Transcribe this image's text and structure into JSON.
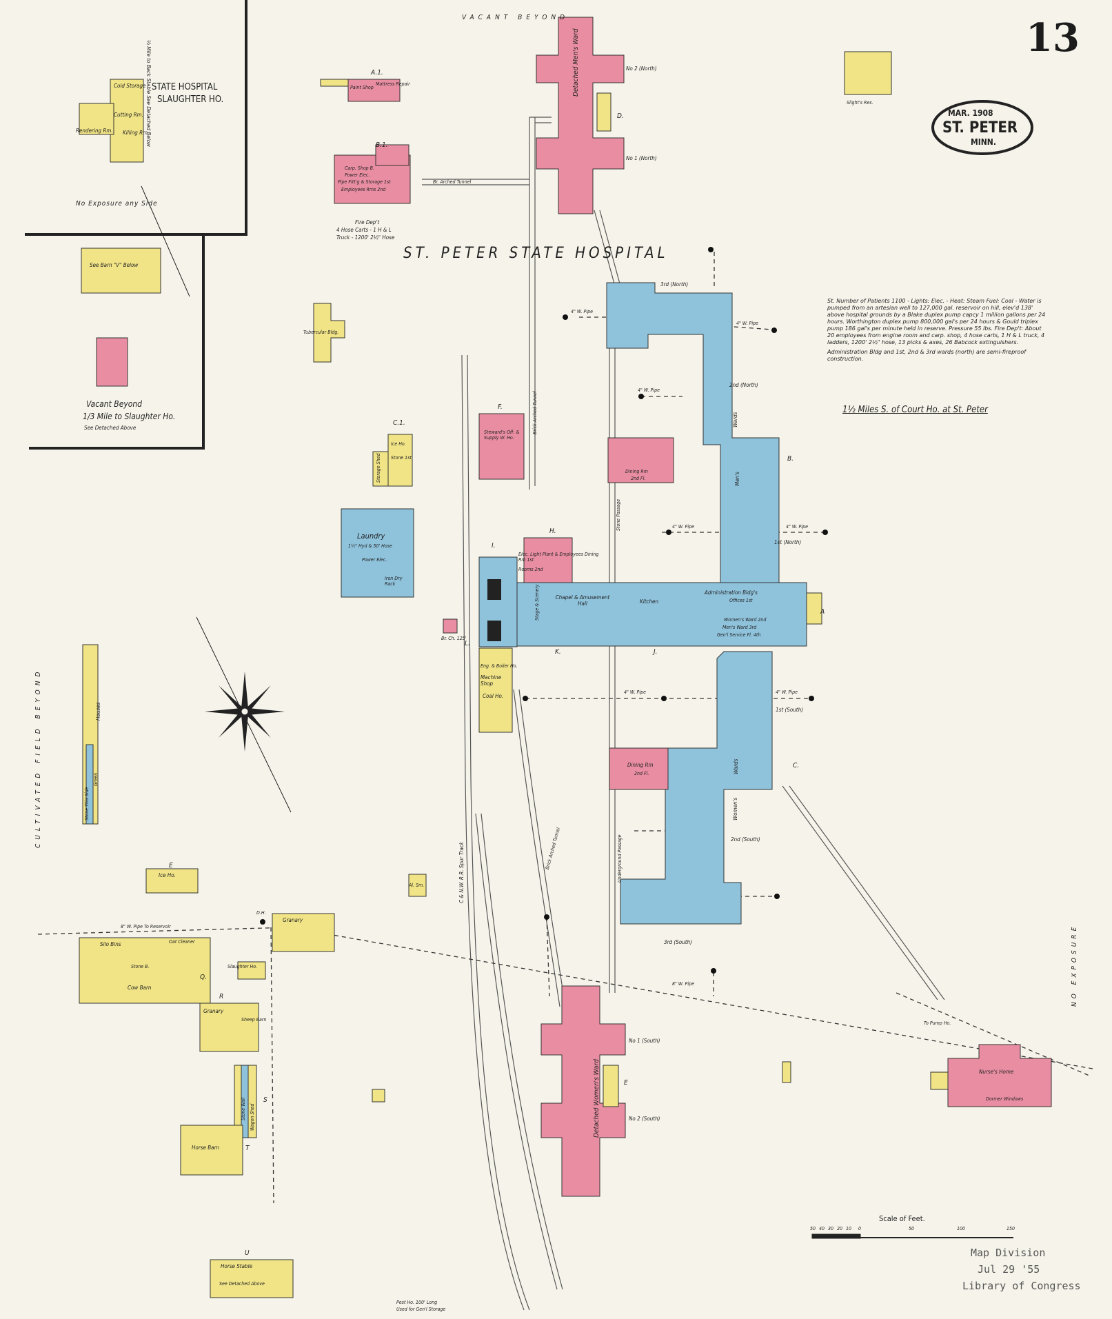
{
  "sheet": {
    "number": "13",
    "date": "MAR. 1908",
    "town": "ST. PETER",
    "state": "MINN.",
    "title": "ST. PETER STATE HOSPITAL",
    "location_note": "1½ Miles S. of Court Ho. at St. Peter",
    "notes": "St. Number of Patients 1100 - Lights: Elec. - Heat: Steam Fuel: Coal - Water is pumped from an artesian well to 127,000 gal. reservoir on hill, elev'd 138' above hospital grounds by a Blake duplex pump capcy 1 million gallons per 24 hours. Worthington duplex pump 800,000 gal's per 24 hours & Gould triplex pump 186 gal's per minute held in reserve. Pressure 55 lbs. Fire Dep't: About 20 employees from engine room and carp. shop, 4 hose carts, 1 H & L truck, 4 ladders, 1200' 2½\" hose, 13 picks & axes, 26 Babcock extinguishers.",
    "notes2": "Administration Bldg and 1st, 2nd & 3rd wards (north) are semi-fireproof construction.",
    "stamp": [
      "Map Division",
      "Jul 29 '55",
      "Library of Congress"
    ],
    "scale_title": "Scale of Feet.",
    "scale_ticks": [
      "50",
      "40",
      "30",
      "20",
      "10",
      "0",
      "50",
      "100",
      "150"
    ]
  },
  "inset": {
    "title": [
      "STATE HOSPITAL",
      "SLAUGHTER HO."
    ],
    "labels": [
      "Cold Storage",
      "Cutting Rm.",
      "Killing Rm.",
      "Rendering Rm.",
      "½ Mile to Back Stable See Detached Below",
      "No Exposure any Side"
    ],
    "inset2_labels": [
      "See Barn \"V\" Below",
      "Vacant Beyond",
      "1/3 Mile to Slaughter Ho.",
      "See Detached Above"
    ]
  },
  "edge_labels": {
    "top": "VACANT BEYOND",
    "left": "CULTIVATED FIELD BEYOND",
    "right": "NO EXPOSURE"
  },
  "buildings": [
    {
      "id": "n2north",
      "labels": [
        "Detached Men's Ward"
      ],
      "callouts": [
        "No 2 (North)",
        "No 1 (North)",
        "D."
      ]
    },
    {
      "id": "a1",
      "labels": [
        "A.1.",
        "Paint Shop",
        "Mattress Repair"
      ]
    },
    {
      "id": "b1",
      "labels": [
        "B.1.",
        "Carp. Shop B.",
        "Power Elec.",
        "Pipe Fitt'g & Storage 1st",
        "Employees Rms 2nd"
      ]
    },
    {
      "id": "fire",
      "labels": [
        "Fire Dep't",
        "4 Hose Carts - 1 H & L",
        "Truck - 1200' 2½\" Hose"
      ]
    },
    {
      "id": "tunnel1",
      "labels": [
        "Br. Arched Tunnel"
      ]
    },
    {
      "id": "tubercular",
      "labels": [
        "Tubercular Bldg."
      ]
    },
    {
      "id": "f",
      "labels": [
        "F.",
        "Steward's Off. & Supply W. Ho."
      ]
    },
    {
      "id": "c1",
      "labels": [
        "C.1.",
        "Ice Ho.",
        "Stone 1st",
        "Storage Shed"
      ]
    },
    {
      "id": "laundry",
      "labels": [
        "Laundry",
        "1½\" Hyd & 50' Hose",
        "Power Elec.",
        "Iron Dry Rack"
      ]
    },
    {
      "id": "h",
      "labels": [
        "H.",
        "I.",
        "Elec. Light Plant & Employees Dining Rm 1st",
        "Rooms 2nd"
      ]
    },
    {
      "id": "chapel",
      "labels": [
        "Chapel & Amusement Hall",
        "Stage & Scenery",
        "K."
      ]
    },
    {
      "id": "kitchen",
      "labels": [
        "Kitchen"
      ]
    },
    {
      "id": "admin",
      "labels": [
        "Administration Bldg's",
        "Offices 1st",
        "Women's Ward 2nd",
        "Men's Ward 3rd",
        "Gen'l Service Fl. 4th",
        "A",
        "J."
      ]
    },
    {
      "id": "machine",
      "labels": [
        "Eng. & Boiler Ho.",
        "Machine Shop",
        "Coal Ho.",
        "L.",
        "Br. Ch. 125'"
      ]
    },
    {
      "id": "mensw",
      "labels": [
        "3rd (North)",
        "2nd (North)",
        "1st (North)",
        "Wards",
        "Men's",
        "B."
      ]
    },
    {
      "id": "dining1",
      "labels": [
        "Dining Rm",
        "2nd Fl."
      ]
    },
    {
      "id": "womens",
      "labels": [
        "1st (South)",
        "2nd (South)",
        "3rd (South)",
        "Wards",
        "Women's",
        "C."
      ]
    },
    {
      "id": "dining2",
      "labels": [
        "Dining Rm",
        "2nd Fl."
      ]
    },
    {
      "id": "n1south",
      "labels": [
        "Detached Women's Ward"
      ],
      "callouts": [
        "No 1 (South)",
        "No 2 (South)",
        "E"
      ]
    },
    {
      "id": "nurses",
      "labels": [
        "Nurse's Home",
        "Dormer Windows"
      ]
    },
    {
      "id": "barns",
      "labels": [
        "Silo Bins",
        "Oat Cleaner",
        "Stone B.",
        "Cow Barn",
        "Q.",
        "Granary",
        "R",
        "Sheep Barn",
        "Slaughter Ho."
      ]
    },
    {
      "id": "granary2",
      "labels": [
        "Granary"
      ]
    },
    {
      "id": "ice",
      "labels": [
        "E",
        "Ice Ho."
      ]
    },
    {
      "id": "horsebarn",
      "labels": [
        "Horse Barn",
        "Wagon Shed",
        "Stone Wall",
        "S",
        "T"
      ]
    },
    {
      "id": "horsestable",
      "labels": [
        "U",
        "Horse Stable",
        "See Detached Above"
      ]
    },
    {
      "id": "houses",
      "labels": [
        "Houses",
        "Stone This Side",
        "Green"
      ]
    },
    {
      "id": "misc",
      "labels": [
        "Pest Ho. 100' Long",
        "Used for Gen'l Storage",
        "C & N.W. R.R. Spur Track",
        "Stone Passage",
        "Underground Passage",
        "Brick Arched Tunnel",
        "Brick Arched Tunnel",
        "Slight's Res.",
        "Al. Sm."
      ]
    }
  ],
  "pipes": [
    "4\" W. Pipe",
    "4\" W. Pipe",
    "4\" W. Pipe",
    "4\" W. Pipe",
    "4\" W. Pipe",
    "4\" W. Pipe",
    "4\" W. Pipe",
    "8\" W. Pipe",
    "8\" W. Pipe To Reservoir",
    "To Pump Ho.",
    "D.H."
  ]
}
